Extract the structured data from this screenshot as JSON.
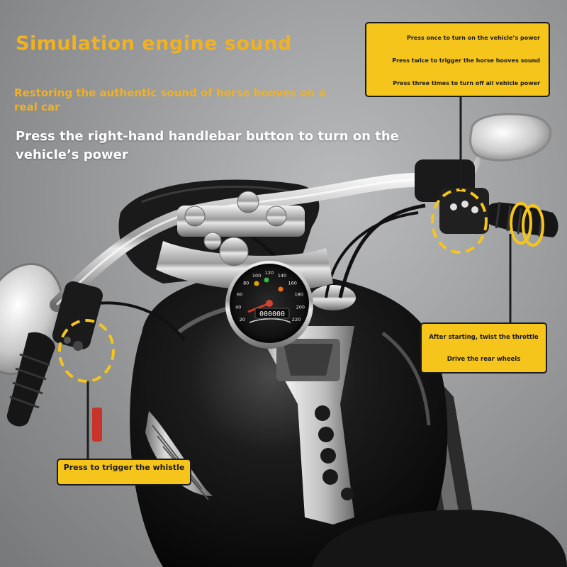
{
  "headline": "Simulation engine sound",
  "subline": "Restoring the authentic sound of horse hooves on a real car",
  "instruction": "Press the right-hand handlebar button to turn on the vehicle’s power",
  "callouts": {
    "power": [
      "Press once to turn on the vehicle’s power",
      "Press twice to trigger the horse hooves sound",
      "Press three times to turn off all vehicle power"
    ],
    "throttle": [
      "After starting, twist the throttle",
      "Drive the rear wheels"
    ],
    "whistle": "Press to trigger the whistle"
  },
  "odometer": "000000",
  "speedometer_ticks": [
    "20",
    "40",
    "60",
    "80",
    "100",
    "120",
    "140",
    "160",
    "180",
    "200",
    "220"
  ],
  "colors": {
    "accent": "#f5c51b",
    "headline": "#f2b11e",
    "instruction": "#ffffff"
  }
}
